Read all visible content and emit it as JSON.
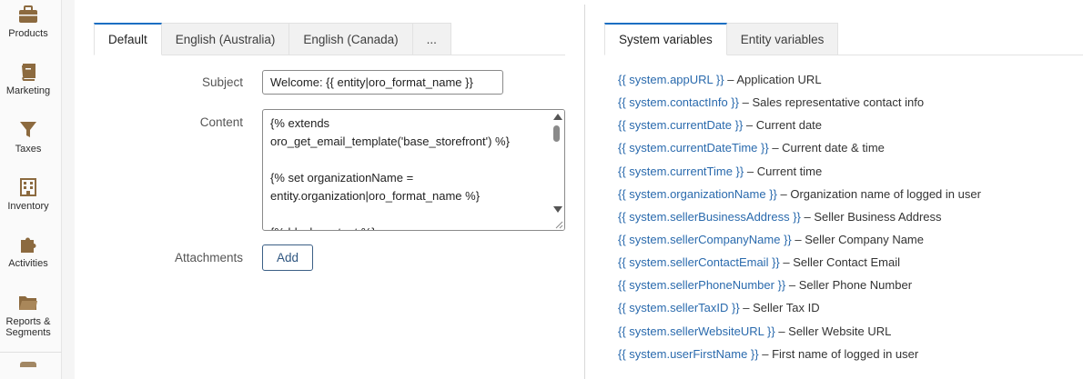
{
  "sidebar": {
    "items": [
      {
        "label": "Products",
        "icon": "briefcase-icon"
      },
      {
        "label": "Marketing",
        "icon": "book-icon"
      },
      {
        "label": "Taxes",
        "icon": "funnel-icon"
      },
      {
        "label": "Inventory",
        "icon": "building-icon"
      },
      {
        "label": "Activities",
        "icon": "puzzle-icon"
      },
      {
        "label": "Reports &",
        "label2": "Segments",
        "icon": "folder-icon"
      }
    ],
    "icon_color": "#8c6a3f"
  },
  "locale_tabs": [
    {
      "label": "Default",
      "active": true
    },
    {
      "label": "English (Australia)",
      "active": false
    },
    {
      "label": "English (Canada)",
      "active": false
    },
    {
      "label": "...",
      "active": false
    }
  ],
  "form": {
    "subject_label": "Subject",
    "subject_value": "Welcome: {{ entity|oro_format_name }}",
    "content_label": "Content",
    "content_value": "{% extends\noro_get_email_template('base_storefront') %}\n\n{% set organizationName =\nentity.organization|oro_format_name %}\n\n{% block content %}",
    "attachments_label": "Attachments",
    "add_button": "Add"
  },
  "variable_tabs": [
    {
      "label": "System variables",
      "active": true
    },
    {
      "label": "Entity variables",
      "active": false
    }
  ],
  "variables": [
    {
      "code": "{{ system.appURL }}",
      "desc": " – Application URL"
    },
    {
      "code": "{{ system.contactInfo }}",
      "desc": " – Sales representative contact info"
    },
    {
      "code": "{{ system.currentDate }}",
      "desc": " – Current date"
    },
    {
      "code": "{{ system.currentDateTime }}",
      "desc": " – Current date & time"
    },
    {
      "code": "{{ system.currentTime }}",
      "desc": " – Current time"
    },
    {
      "code": "{{ system.organizationName }}",
      "desc": " – Organization name of logged in user"
    },
    {
      "code": "{{ system.sellerBusinessAddress }}",
      "desc": " – Seller Business Address"
    },
    {
      "code": "{{ system.sellerCompanyName }}",
      "desc": " – Seller Company Name"
    },
    {
      "code": "{{ system.sellerContactEmail }}",
      "desc": " – Seller Contact Email"
    },
    {
      "code": "{{ system.sellerPhoneNumber }}",
      "desc": " – Seller Phone Number"
    },
    {
      "code": "{{ system.sellerTaxID }}",
      "desc": " – Seller Tax ID"
    },
    {
      "code": "{{ system.sellerWebsiteURL }}",
      "desc": " – Seller Website URL"
    },
    {
      "code": "{{ system.userFirstName }}",
      "desc": " – First name of logged in user"
    }
  ],
  "colors": {
    "link": "#2a6aad",
    "tab_accent": "#1b6ec2",
    "button_border": "#3b5f86"
  }
}
